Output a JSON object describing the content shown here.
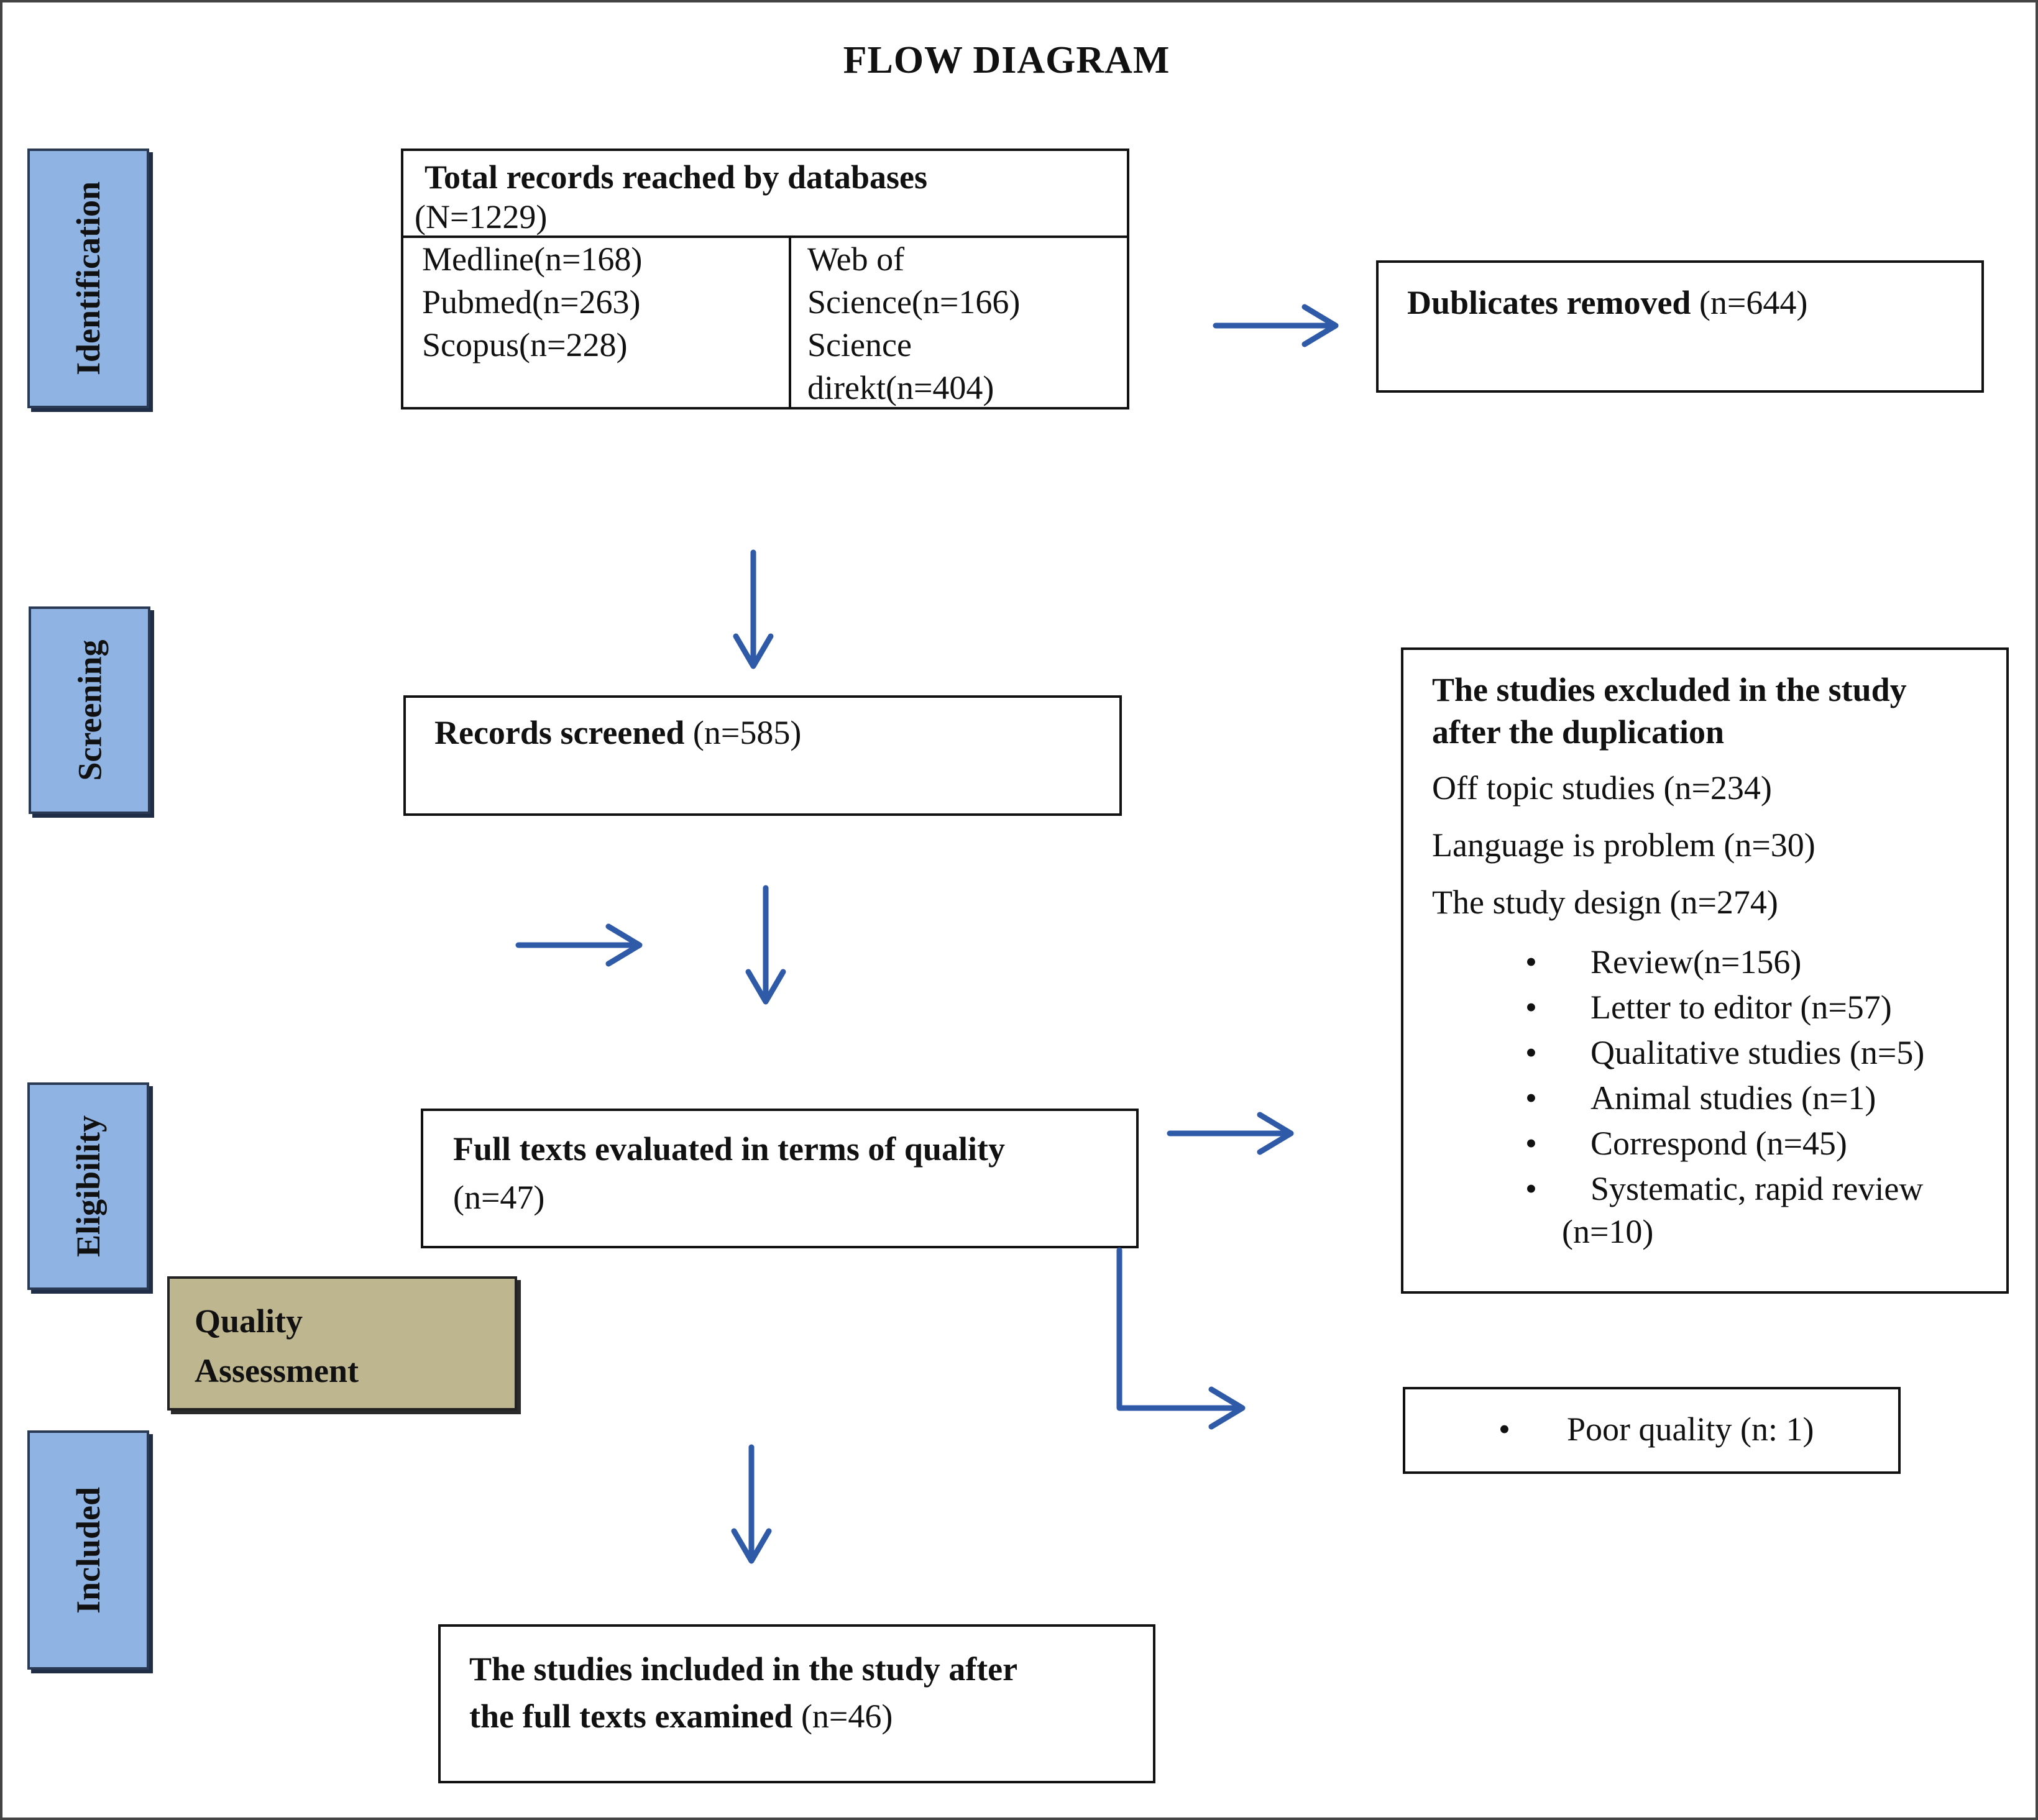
{
  "title": "FLOW DIAGRAM",
  "stages": {
    "identification": "Identification",
    "screening": "Screening",
    "eligibility": "Eligibility",
    "included": "Included"
  },
  "quality_assessment": {
    "line1": "Quality",
    "line2": "Assessment"
  },
  "total_records": {
    "heading": "Total records reached  by databases",
    "count": "(N=1229)",
    "left_col": [
      "Medline(n=168)",
      "Pubmed(n=263)",
      "Scopus(n=228)"
    ],
    "right_col": [
      "Web of",
      "Science(n=166)",
      "Science",
      "direkt(n=404)"
    ]
  },
  "duplicates": {
    "label": "Dublicates removed",
    "count": "(n=644)"
  },
  "screened": {
    "label": "Records screened",
    "count": "(n=585)"
  },
  "excluded": {
    "heading_line1": "The studies excluded in the study",
    "heading_line2": "after the duplication",
    "lines": [
      "Off topic studies (n=234)",
      "Language is problem (n=30)",
      "The study design (n=274)"
    ],
    "bullets": [
      "Review(n=156)",
      "Letter to editor (n=57)",
      "Qualitative studies (n=5)",
      "Animal studies (n=1)",
      "Correspond (n=45)",
      "Systematic, rapid review"
    ],
    "bullet_cont": "(n=10)"
  },
  "full_texts": {
    "label": "Full texts evaluated in terms of quality",
    "count": "(n=47)"
  },
  "poor_quality": "Poor quality (n: 1)",
  "included_box": {
    "line1": "The studies included in the study after",
    "line2_bold": "the full texts examined",
    "count": "(n=46)"
  },
  "colors": {
    "arrow": "#2f5aa8",
    "stage_fill": "#8fb3e3",
    "quality_fill": "#bdb68f"
  }
}
